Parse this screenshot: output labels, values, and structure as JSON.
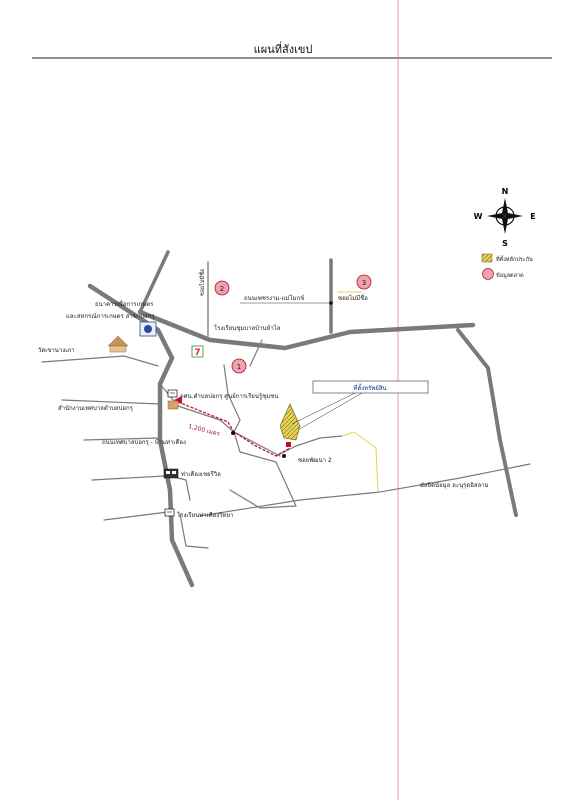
{
  "document": {
    "title": "แผนที่สังเขป"
  },
  "compass": {
    "north": "N",
    "south": "S",
    "east": "E",
    "west": "W"
  },
  "legend": {
    "project_site": "ที่ตั้งหลักประกัน",
    "market_data": "ข้อมูลตลาด"
  },
  "markers": {
    "m1": "1",
    "m2": "2",
    "m3": "3"
  },
  "labels": {
    "bank_line1": "ธนาคารเพื่อการเกษตร",
    "bank_line2": "และสหกรณ์การเกษตร สาขาบ่อกรุ",
    "temple": "วัดเขานางเภา",
    "municipal_office": "สำนักงานเทศบาลตำบลบ่อกรุ",
    "police": "กศน.ตำบลบ่อกรุ ศูนย์การเรียนรู้ชุมชน",
    "municipal_road": "ถนนเทศบาลบ่อกรุ - บ้านท่าเคือง",
    "tha_khuang_hospital": "ท่าเคืองเชยรีวิล",
    "tha_khuang_school": "โรงเรียนท่าเคืองวิทยา",
    "soi_mai_chue_left": "ซอยไม่มีชื่อ",
    "soi_mai_chue_right": "ซอยไม่มีชื่อ",
    "road_top": "ถนนเพชรงาม-แม่โมกข์",
    "school_top": "โรงเรียนชุมบาลบ้านห้าไล",
    "site_box": "ที่ตั้งทรัพย์สิน",
    "soi_phatthana": "ซอยพัฒนา 2",
    "distance": "1,200 เมตร",
    "mosque": "มัสยิดนัจมุล ละนุรุดอิสลาม"
  },
  "colors": {
    "road": "#7a7a7a",
    "marker_fill": "#f1a0ad",
    "marker_stroke": "#b0102a",
    "site_fill": "#d4c64a",
    "route": "#c0102a",
    "margin_line": "#e07ab8",
    "path_yellow": "#e8d24a",
    "building": "#8a6a3a"
  }
}
